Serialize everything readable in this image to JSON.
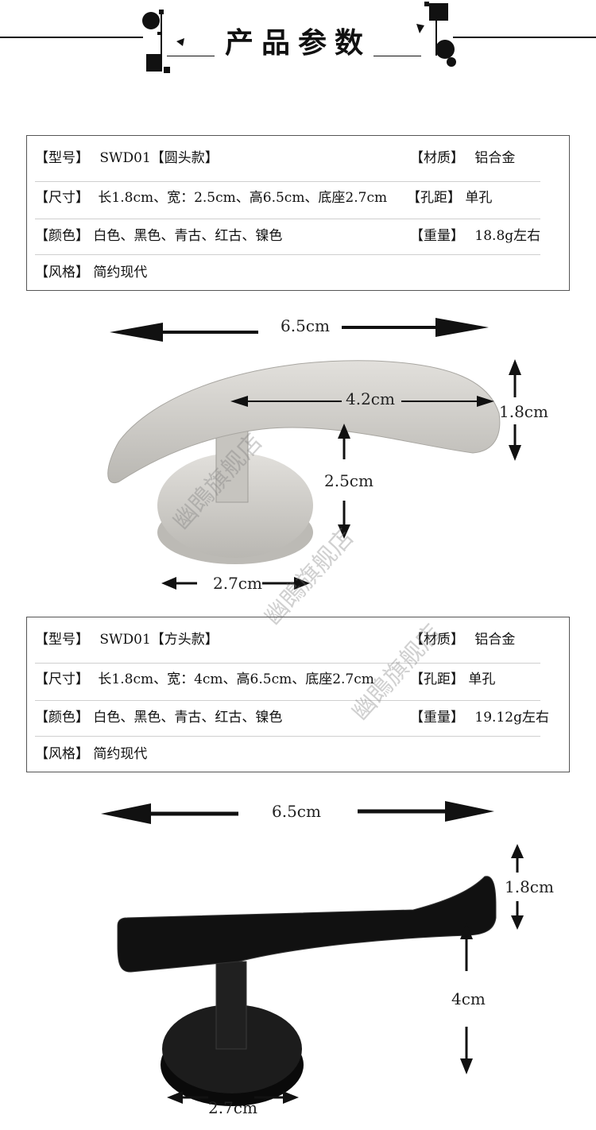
{
  "header": {
    "title": "产品参数"
  },
  "product1": {
    "model_label": "【型号】",
    "model_value": "SWD01【圆头款】",
    "material_label": "【材质】",
    "material_value": "铝合金",
    "size_label": "【尺寸】",
    "size_value": "长1.8cm、宽：2.5cm、高6.5cm、底座2.7cm",
    "hole_label": "【孔距】",
    "hole_value": "单孔",
    "color_label": "【颜色】",
    "color_value": "白色、黑色、青古、红古、镍色",
    "weight_label": "【重量】",
    "weight_value": "18.8g左右",
    "style_label": "【风格】",
    "style_value": "简约现代",
    "dims": {
      "length": "6.5cm",
      "inner_length": "4.2cm",
      "thickness": "1.8cm",
      "height": "2.5cm",
      "base": "2.7cm"
    },
    "finish_color": "#c8c6c1"
  },
  "product2": {
    "model_label": "【型号】",
    "model_value": "SWD01【方头款】",
    "material_label": "【材质】",
    "material_value": "铝合金",
    "size_label": "【尺寸】",
    "size_value": "长1.8cm、宽：4cm、高6.5cm、底座2.7cm",
    "hole_label": "【孔距】",
    "hole_value": "单孔",
    "color_label": "【颜色】",
    "color_value": "白色、黑色、青古、红古、镍色",
    "weight_label": "【重量】",
    "weight_value": "19.12g左右",
    "style_label": "【风格】",
    "style_value": "简约现代",
    "dims": {
      "length": "6.5cm",
      "thickness": "1.8cm",
      "height": "4cm",
      "base": "2.7cm"
    },
    "finish_color": "#111111"
  },
  "watermark": {
    "text": "幽鵖旗舰店"
  }
}
